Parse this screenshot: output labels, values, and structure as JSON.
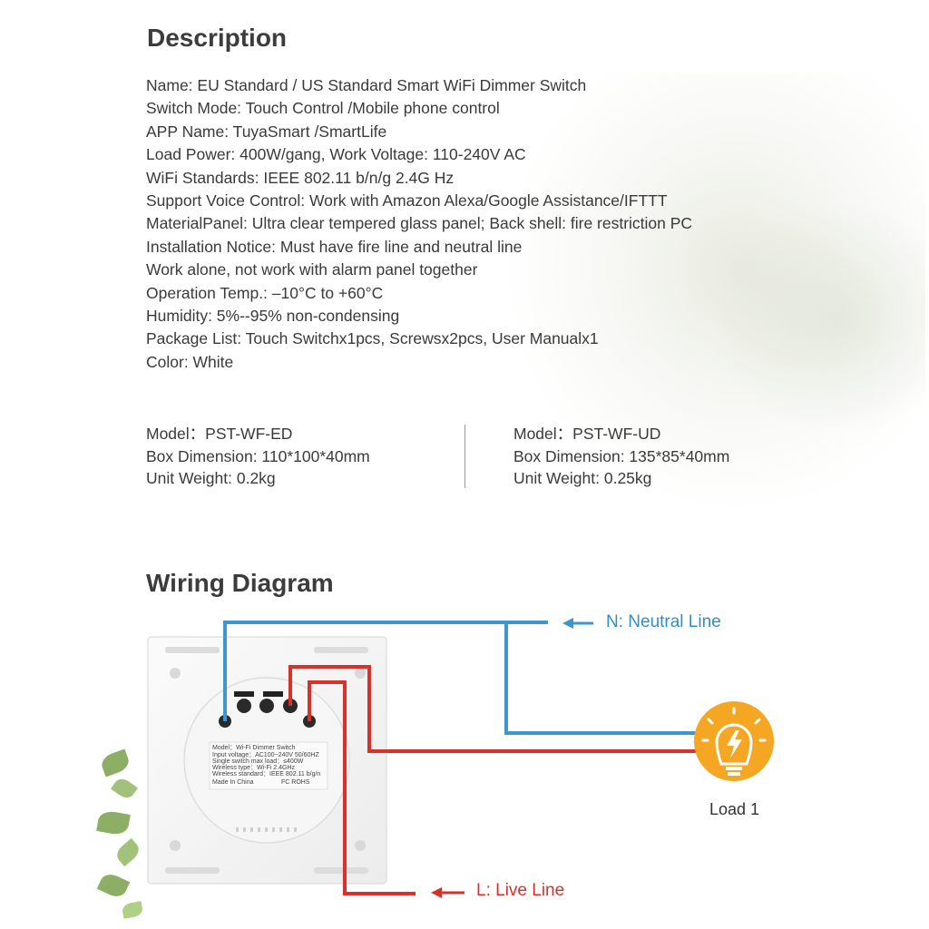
{
  "description": {
    "title": "Description",
    "lines": [
      "Name:   EU Standard / US Standard Smart WiFi Dimmer Switch",
      "Switch Mode:  Touch Control /Mobile phone control",
      "APP Name:  TuyaSmart /SmartLife",
      "Load Power:  400W/gang, Work Voltage: 110-240V AC",
      "WiFi Standards:  IEEE 802.11 b/n/g 2.4G Hz",
      "Support Voice Control:  Work with Amazon Alexa/Google Assistance/IFTTT",
      "MaterialPanel:  Ultra clear tempered glass panel; Back shell: fire restriction PC",
      "Installation Notice:  Must have fire line and neutral line",
      "Work alone, not work with alarm panel together",
      "Operation Temp.:  –10°C to +60°C",
      "Humidity:  5%--95% non-condensing",
      "Package List:  Touch Switchx1pcs, Screwsx2pcs, User Manualx1",
      "Color:  White"
    ]
  },
  "models": {
    "left": {
      "model": "Model：PST-WF-ED",
      "box": "Box Dimension:  110*100*40mm",
      "weight": "Unit Weight:  0.2kg"
    },
    "right": {
      "model": "Model：PST-WF-UD",
      "box": "Box Dimension:  135*85*40mm",
      "weight": "Unit Weight:  0.25kg"
    }
  },
  "wiring": {
    "title": "Wiring Diagram",
    "neutral_label": "N:  Neutral Line",
    "live_label": "L:  Live Line",
    "load_label": "Load 1",
    "spec_label": {
      "line1": "Model：Wi-Fi Dimmer Switch",
      "line2": "Input voltage：AC100~240V  50/60HZ",
      "line3": "Single switch max load：≤400W",
      "line4": "Wireless type：Wi-Fi 2.4GHz",
      "line5": "Wireless standard：IEEE 802.11 b/g/n",
      "line6": "Made In China",
      "line7": "FC  ROHS"
    },
    "neutral_icon": "left-arrow-icon",
    "live_icon": "left-arrow-icon",
    "load_icon": "lightbulb-icon"
  },
  "colors": {
    "neutral": "#3d96cf",
    "live": "#d8312b",
    "load": "#f5a623"
  }
}
